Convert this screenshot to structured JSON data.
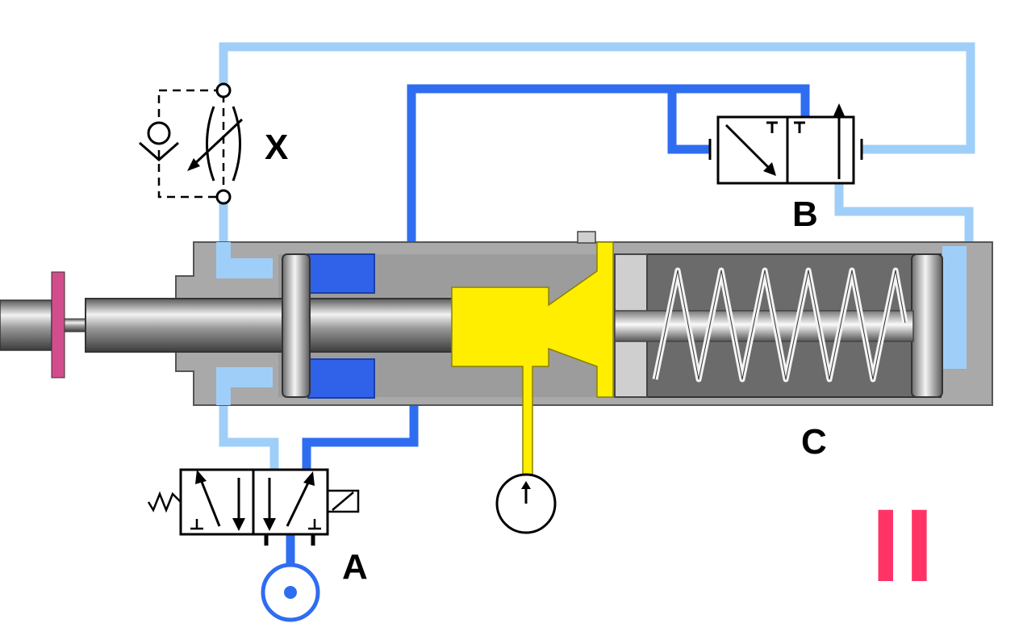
{
  "labels": {
    "throttle": "X",
    "valve_b": "B",
    "cylinder": "C",
    "valve_a": "A",
    "step": "II"
  },
  "colors": {
    "line_light": "#9fcff8",
    "line_dark": "#2f6df0",
    "chamber": "#2f62e8",
    "body": "#a9a9a9",
    "accent_yellow": "#ffee00",
    "step_marker": "#ff3366"
  }
}
